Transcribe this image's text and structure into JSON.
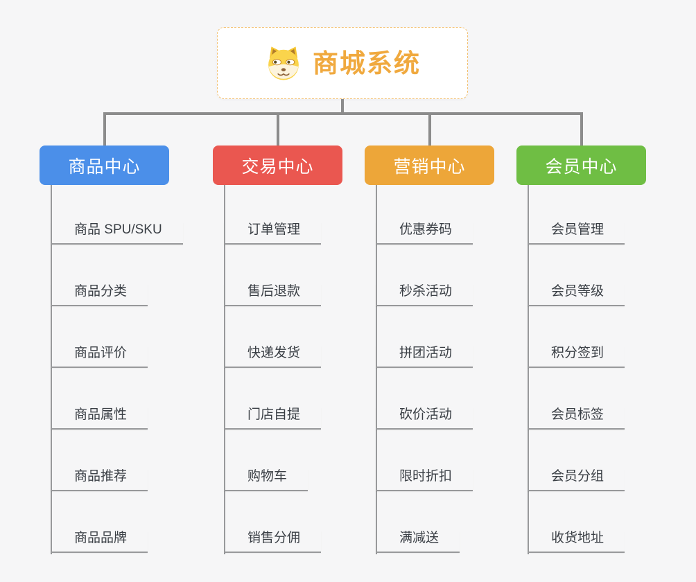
{
  "root": {
    "title": "商城系统",
    "icon": "dog-face-icon"
  },
  "branches": [
    {
      "label": "商品中心",
      "color": "#4b8fe9",
      "items": [
        "商品 SPU/SKU",
        "商品分类",
        "商品评价",
        "商品属性",
        "商品推荐",
        "商品品牌"
      ]
    },
    {
      "label": "交易中心",
      "color": "#ea5750",
      "items": [
        "订单管理",
        "售后退款",
        "快递发货",
        "门店自提",
        "购物车",
        "销售分佣"
      ]
    },
    {
      "label": "营销中心",
      "color": "#eda639",
      "items": [
        "优惠券码",
        "秒杀活动",
        "拼团活动",
        "砍价活动",
        "限时折扣",
        "满减送"
      ]
    },
    {
      "label": "会员中心",
      "color": "#6fbe44",
      "items": [
        "会员管理",
        "会员等级",
        "积分签到",
        "会员标签",
        "会员分组",
        "收货地址"
      ]
    }
  ],
  "colors": {
    "background": "#f6f6f7",
    "root_text": "#f0a93e",
    "root_border": "#f3c172",
    "connector": "#8c8c8c",
    "underline": "#98999b",
    "item_text": "#3a3f45"
  }
}
